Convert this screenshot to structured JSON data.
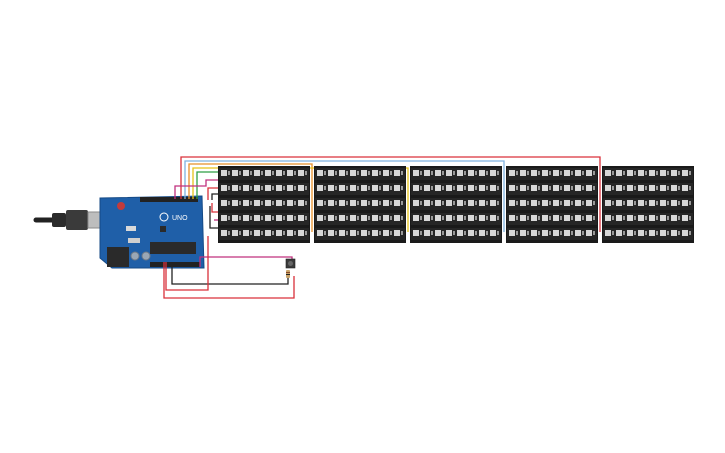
{
  "arduino": {
    "brand_label": "UNO",
    "board_color": "#1f5fa8",
    "cable_color": "#2b2b2b"
  },
  "led_strips": {
    "panel_count": 5,
    "rows_per_panel": 5,
    "leds_per_row": 8,
    "panel_color": "#1a1a1a",
    "led_color": "#d8d8d8"
  },
  "wires": {
    "colors": {
      "red": "#d9303a",
      "orange": "#e8902a",
      "yellow": "#e6c21a",
      "green": "#2f9e44",
      "blue": "#7fb2e0",
      "magenta": "#c0307e",
      "black": "#222222"
    }
  },
  "components": {
    "pushbutton_color": "#3a3a3a",
    "resistor_color": "#c9a46a"
  }
}
